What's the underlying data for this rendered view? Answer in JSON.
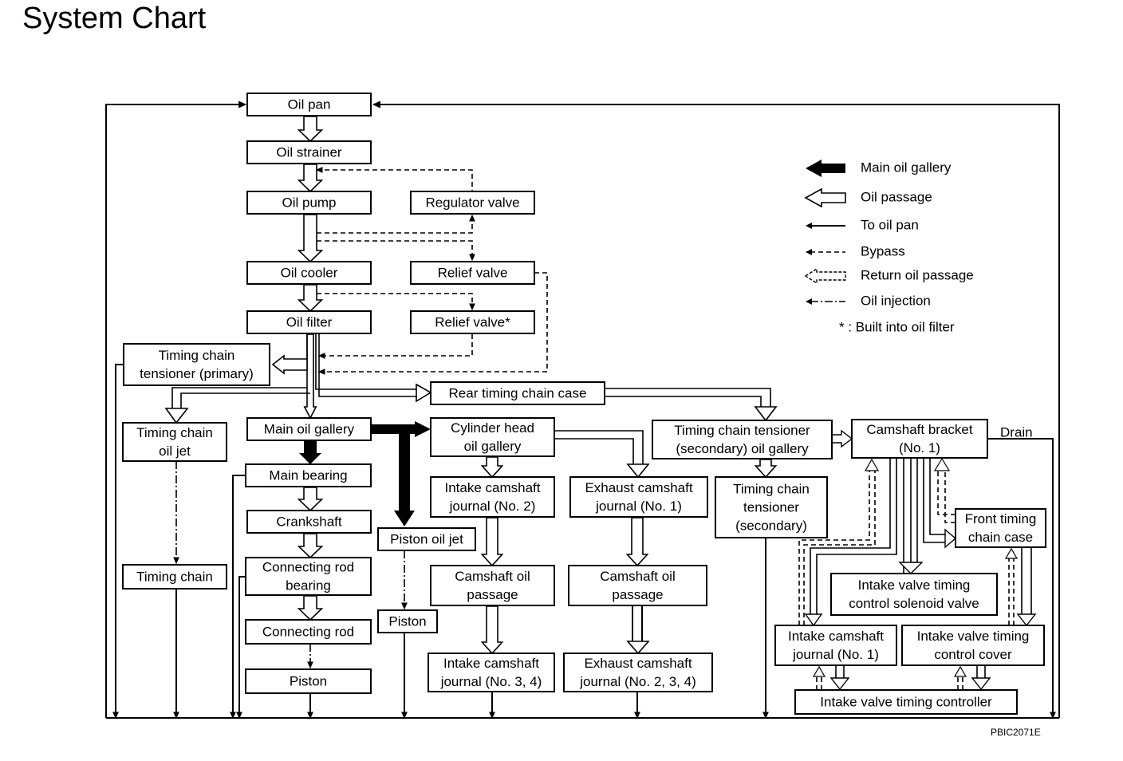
{
  "title": "System Chart",
  "code": "PBIC2071E",
  "drain": "Drain",
  "boxes": {
    "oil_pan": [
      "Oil pan"
    ],
    "oil_strainer": [
      "Oil strainer"
    ],
    "oil_pump": [
      "Oil pump"
    ],
    "regulator_valve": [
      "Regulator valve"
    ],
    "oil_cooler": [
      "Oil cooler"
    ],
    "relief_valve": [
      "Relief valve"
    ],
    "oil_filter": [
      "Oil filter"
    ],
    "relief_valve_filter": [
      "Relief valve*"
    ],
    "tc_tensioner_primary": [
      "Timing chain",
      "tensioner (primary)"
    ],
    "rear_timing_chain_case": [
      "Rear timing chain case"
    ],
    "tc_oil_jet": [
      "Timing chain",
      "oil jet"
    ],
    "main_oil_gallery": [
      "Main oil gallery"
    ],
    "cylinder_head_gallery": [
      "Cylinder head",
      "oil gallery"
    ],
    "tc_tensioner_secondary_gallery": [
      "Timing chain tensioner",
      "(secondary) oil gallery"
    ],
    "camshaft_bracket": [
      "Camshaft bracket",
      "(No. 1)"
    ],
    "main_bearing": [
      "Main bearing"
    ],
    "intake_cam_journal_2": [
      "Intake camshaft",
      "journal (No. 2)"
    ],
    "exhaust_cam_journal_1": [
      "Exhaust camshaft",
      "journal (No. 1)"
    ],
    "tc_tensioner_secondary": [
      "Timing chain",
      "tensioner",
      "(secondary)"
    ],
    "front_timing_chain_case": [
      "Front timing",
      "chain case"
    ],
    "crankshaft": [
      "Crankshaft"
    ],
    "piston_oil_jet": [
      "Piston oil jet"
    ],
    "timing_chain": [
      "Timing chain"
    ],
    "connecting_rod_bearing": [
      "Connecting rod",
      "bearing"
    ],
    "camshaft_oil_passage_in": [
      "Camshaft oil",
      "passage"
    ],
    "camshaft_oil_passage_ex": [
      "Camshaft oil",
      "passage"
    ],
    "ivt_solenoid": [
      "Intake valve timing",
      "control solenoid valve"
    ],
    "piston_upper": [
      "Piston"
    ],
    "connecting_rod": [
      "Connecting rod"
    ],
    "intake_cam_journal_1": [
      "Intake camshaft",
      "journal (No. 1)"
    ],
    "ivt_cover": [
      "Intake valve timing",
      "control cover"
    ],
    "intake_cam_journal_34": [
      "Intake camshaft",
      "journal (No. 3, 4)"
    ],
    "exhaust_cam_journal_234": [
      "Exhaust camshaft",
      "journal (No. 2, 3, 4)"
    ],
    "piston_lower": [
      "Piston"
    ],
    "ivt_controller": [
      "Intake valve timing controller"
    ]
  },
  "legend": [
    {
      "label": "Main oil gallery",
      "style": "solid-thick"
    },
    {
      "label": "Oil passage",
      "style": "hollow"
    },
    {
      "label": "To oil pan",
      "style": "solid-line"
    },
    {
      "label": "Bypass",
      "style": "dashed"
    },
    {
      "label": "Return oil passage",
      "style": "hollow-dashed"
    },
    {
      "label": "Oil injection",
      "style": "dash-dot"
    }
  ],
  "note": "* : Built into oil filter"
}
